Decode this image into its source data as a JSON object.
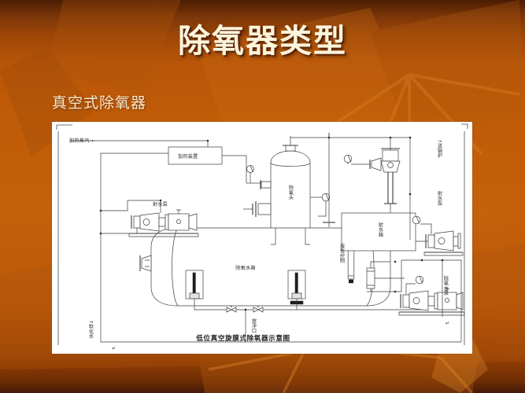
{
  "slide": {
    "title": "除氧器类型",
    "subtitle": "真空式除氧器",
    "background_top_color": "#4a1d03",
    "background_mid_color": "#c4600a",
    "background_bottom_color": "#45190a",
    "title_color": "#fdf4dc",
    "subtitle_color": "#f6e8cf"
  },
  "diagram": {
    "caption": "低位真空旋膜式除氧器示意图",
    "plate_background": "#ffffff",
    "line_color": "#3b3b3b",
    "labels": {
      "heating_steam": "加热蒸汽→",
      "heating_device": "加热装置",
      "jet_pump_left": "射水泵",
      "deaerating_head": "除氧头",
      "to_boiler": "↑送锅炉",
      "jet_pump_right": "射水泵",
      "jet_water_tank": "射水箱",
      "deaerating_water_tank": "除氧水箱",
      "level_control": "液位控制",
      "drain_port": "放净口",
      "softened_water": "↑软化水",
      "deaerated_water_pump": "除氧水泵",
      "footnote_mark": "↵"
    }
  }
}
